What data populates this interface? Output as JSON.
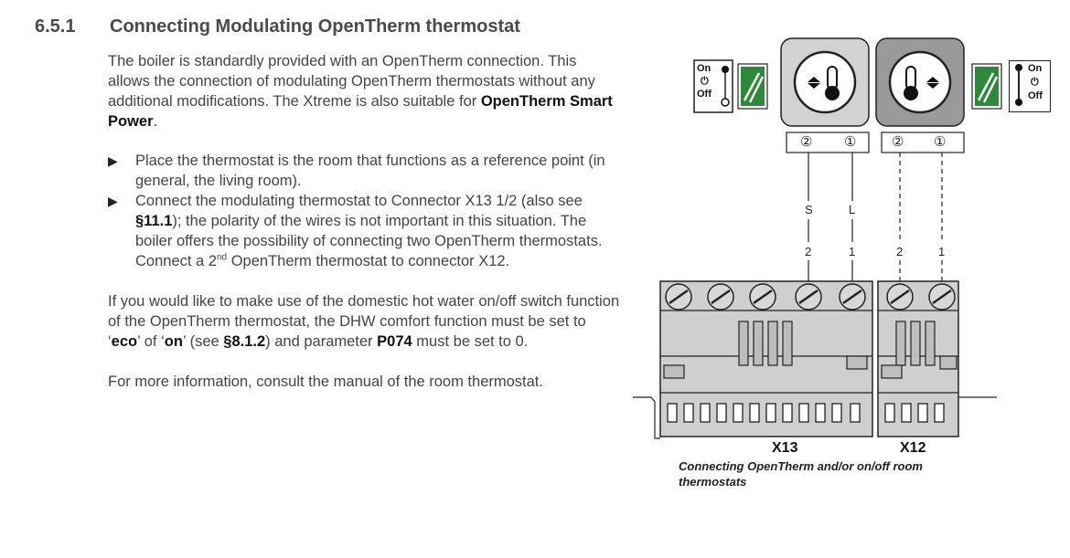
{
  "section": {
    "number": "6.5.1",
    "title": "Connecting Modulating OpenTherm thermostat"
  },
  "body": {
    "intro_text": "The boiler is standardly provided with an OpenTherm connection. This allows the connection of modulating OpenTherm thermostats without any additional modifications. The Xtreme is also suitable for",
    "intro_bold": "OpenTherm Smart Power",
    "bullets": {
      "b1": "Place the thermostat is the room that functions as a reference point (in general, the living room).",
      "b2_pre": "Connect the modulating thermostat to Connector X13 1/2 (also see",
      "b2_ref": "§11.1",
      "b2_post": "); the polarity of the wires is not important in this situation. The boiler offers the possibility of connecting two OpenTherm thermostats. Connect a 2",
      "b2_sup": "nd",
      "b2_end": "OpenTherm thermostat to connector X12."
    },
    "para2": {
      "t1": "If you would like to make use of the domestic hot water on/off switch function of the OpenTherm thermostat, the DHW comfort function must be set to ‘",
      "eco": "eco",
      "t2": "’ of ‘",
      "on": "on",
      "t3": "’ (see",
      "ref": "§8.1.2",
      "t4": ") and parameter",
      "param": "P074",
      "t5": "must be set to 0."
    },
    "para3": "For more information, consult the manual of the room thermostat."
  },
  "diagram": {
    "switch_on": "On",
    "switch_off": "Off",
    "terminal_2": "②",
    "terminal_1": "①",
    "wire_s": "S",
    "wire_l": "L",
    "pin_2": "2",
    "pin_1": "1",
    "connector_x13": "X13",
    "connector_x12": "X12",
    "caption": "Connecting OpenTherm and/or on/off room thermostats",
    "colors": {
      "gray_body": "#cfcfcf",
      "green": "#2d8a3a",
      "dark": "#222222"
    }
  }
}
